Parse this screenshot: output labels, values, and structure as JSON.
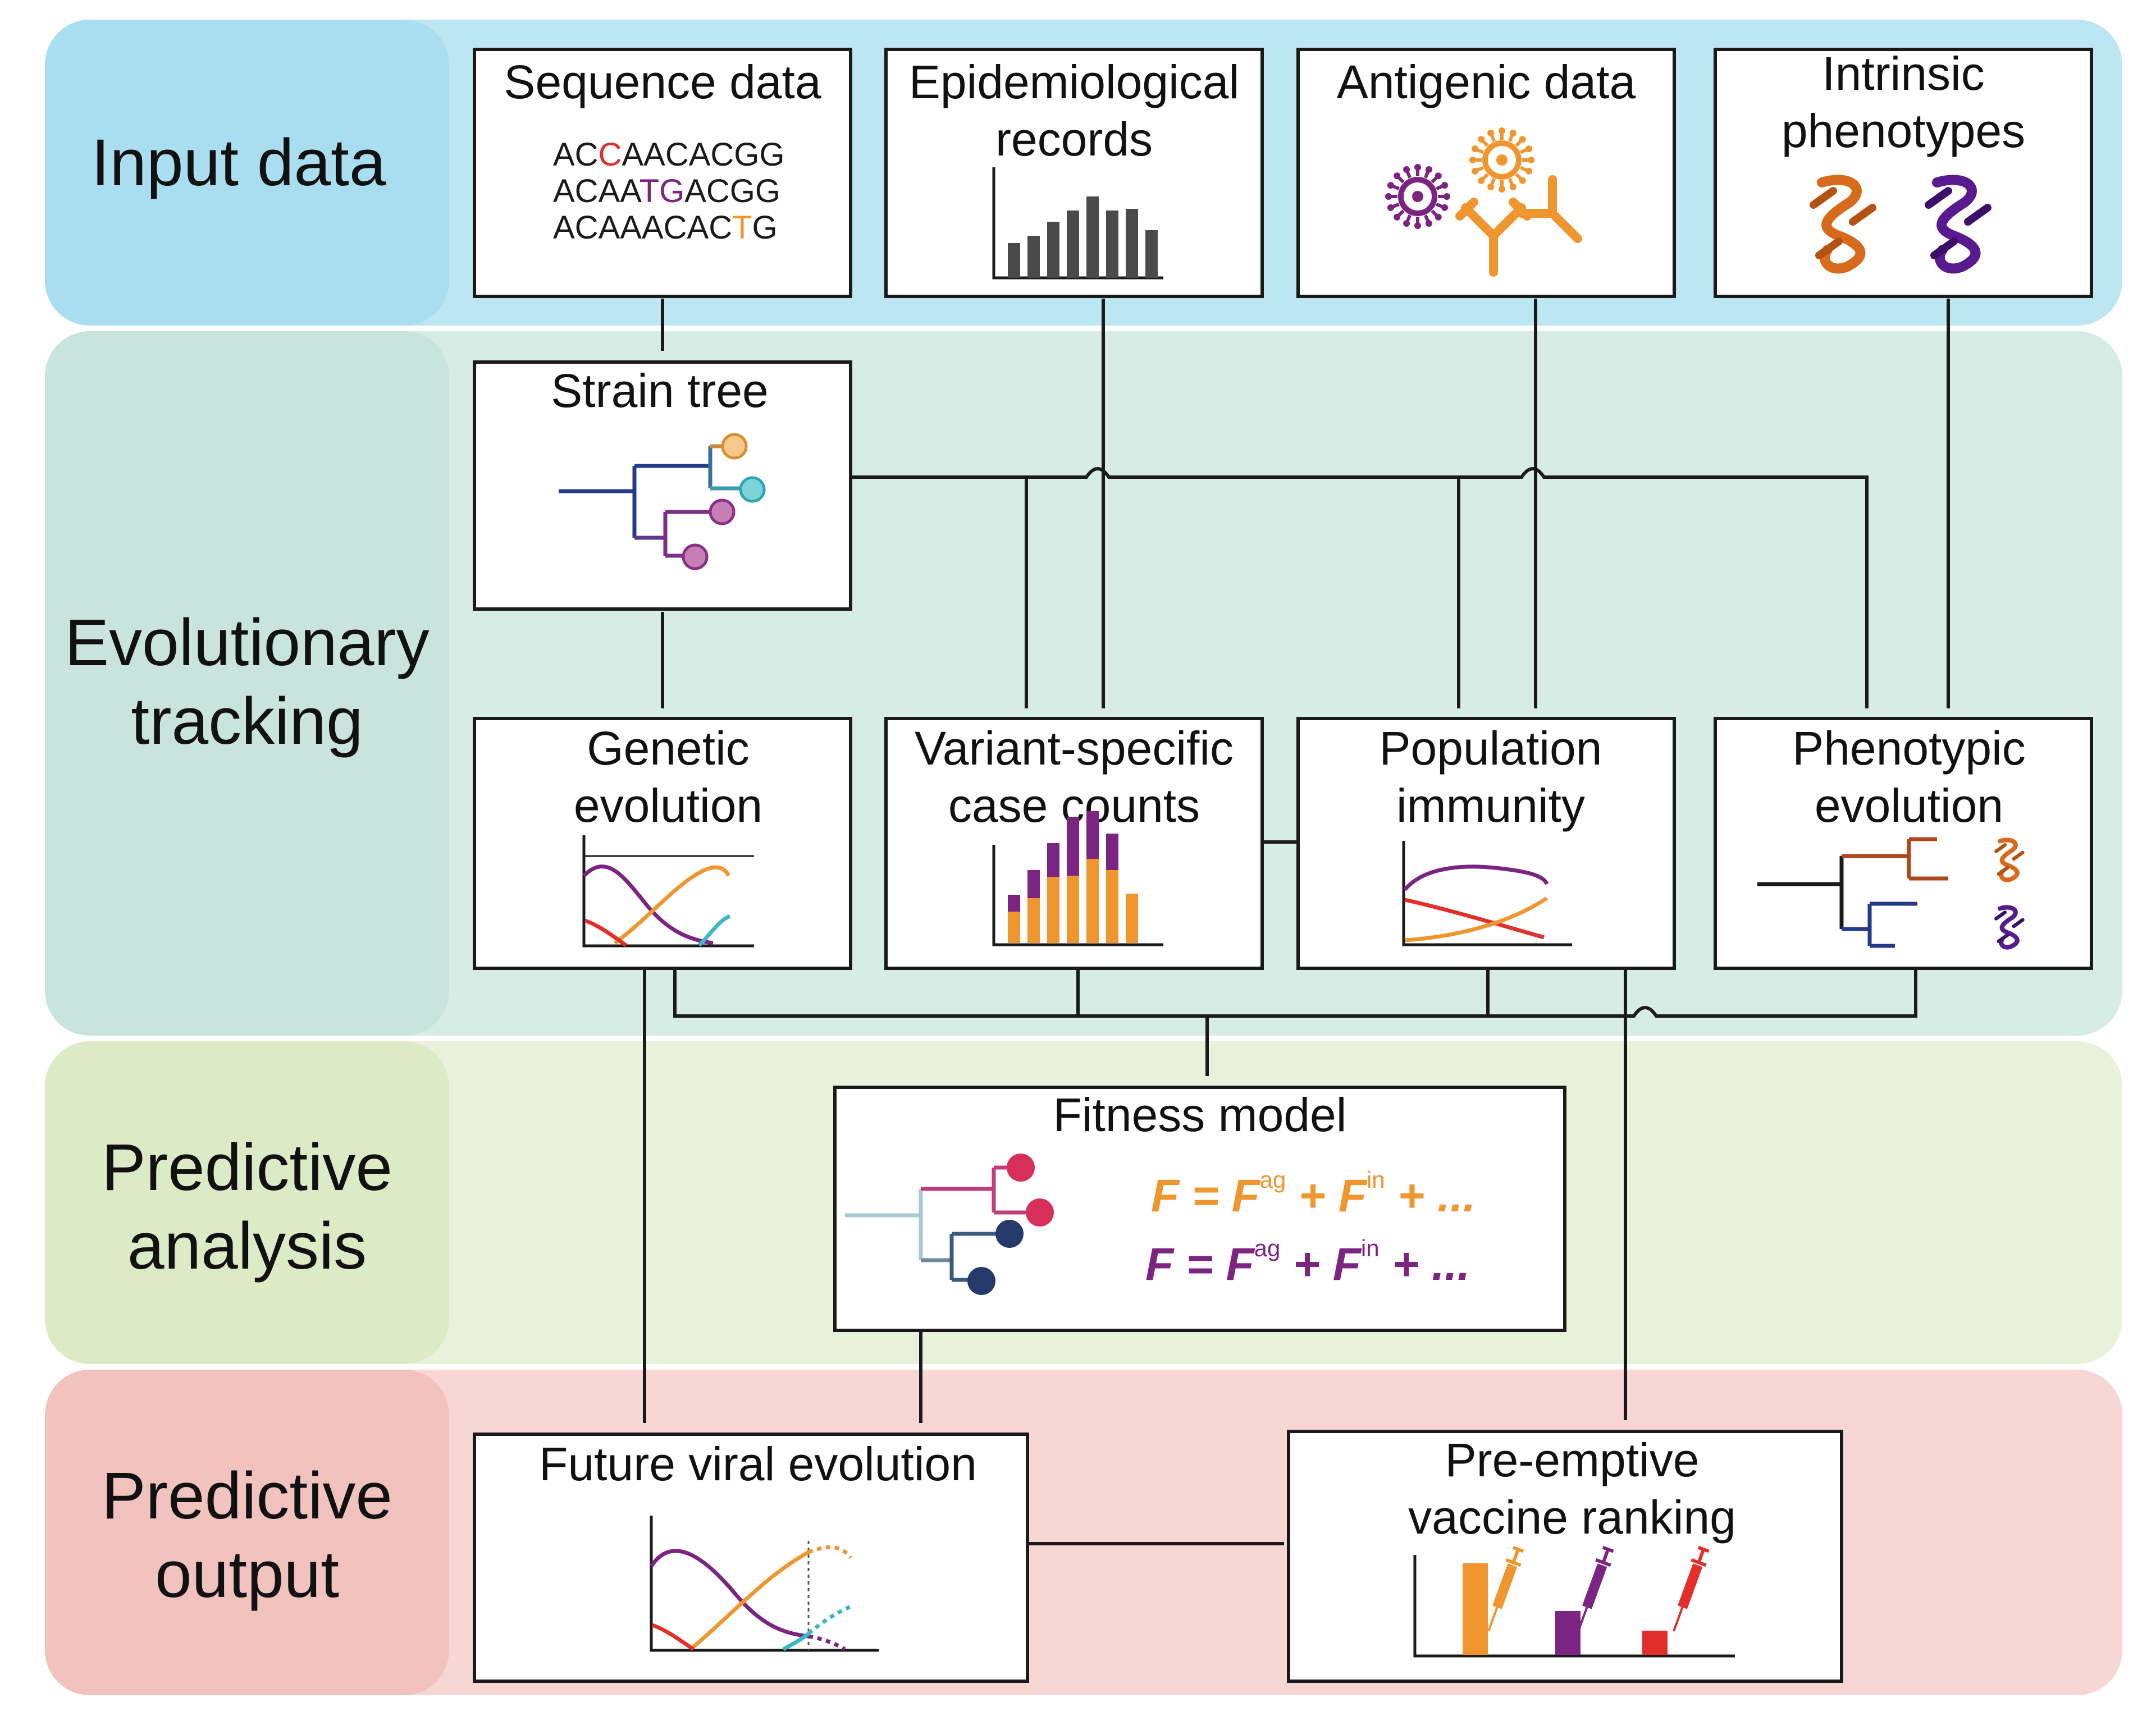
{
  "colors": {
    "input_band": "#bde6f3",
    "tracking_band": "#cfe8e1",
    "predictive_band": "#e3efcf",
    "output_band": "#f5c9c6",
    "orange": "#f0962f",
    "purple": "#7b2482",
    "red": "#e1302a",
    "teal": "#3bb8c7",
    "crimson": "#d52f5a",
    "navy": "#253a6b"
  },
  "bands": {
    "input": [
      "Input data"
    ],
    "tracking": [
      "Evolutionary",
      "tracking"
    ],
    "predictive": [
      "Predictive",
      "analysis"
    ],
    "output": [
      "Predictive",
      "output"
    ]
  },
  "nodes": {
    "sequence": [
      "Sequence data"
    ],
    "epi": [
      "Epidemiological",
      "records"
    ],
    "antigenic": [
      "Antigenic data"
    ],
    "intrinsic": [
      "Intrinsic",
      "phenotypes"
    ],
    "strain_tree": [
      "Strain tree"
    ],
    "genetic": [
      "Genetic",
      "evolution"
    ],
    "variant": [
      "Variant-specific",
      "case counts"
    ],
    "population": [
      "Population",
      "immunity"
    ],
    "phenotypic": [
      "Phenotypic",
      "evolution"
    ],
    "fitness": [
      "Fitness model"
    ],
    "future": [
      "Future viral evolution"
    ],
    "vaccine": [
      "Pre-emptive",
      "vaccine ranking"
    ]
  },
  "sequences": [
    [
      {
        "t": "AC",
        "c": "black"
      },
      {
        "t": "C",
        "c": "red"
      },
      {
        "t": "AACACGG",
        "c": "black"
      }
    ],
    [
      {
        "t": "ACAA",
        "c": "black"
      },
      {
        "t": "TG",
        "c": "purple"
      },
      {
        "t": "ACGG",
        "c": "black"
      }
    ],
    [
      {
        "t": "ACAAACAC",
        "c": "black"
      },
      {
        "t": "T",
        "c": "orange"
      },
      {
        "t": "G",
        "c": "black"
      }
    ]
  ],
  "formula": {
    "lead": "F = F",
    "sup1": "ag",
    "plus": " + F",
    "sup2": "in",
    "tail": " + ..."
  },
  "icons": {
    "virus": "virus-icon",
    "antibody": "antibody-icon",
    "protein": "protein-structure-icon",
    "syringe": "syringe-icon"
  }
}
